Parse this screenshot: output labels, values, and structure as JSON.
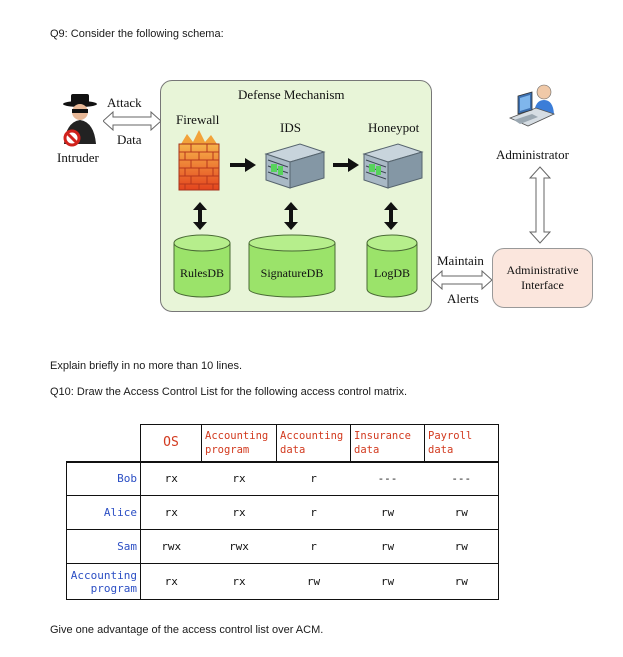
{
  "q9": {
    "title": "Q9: Consider the following schema:",
    "after_text": "Explain briefly in no more than 10 lines."
  },
  "diagram": {
    "defense_title": "Defense Mechanism",
    "firewall": "Firewall",
    "ids": "IDS",
    "honeypot": "Honeypot",
    "rules_db": "RulesDB",
    "signature_db": "SignatureDB",
    "log_db": "LogDB",
    "attack": "Attack",
    "data": "Data",
    "intruder": "Intruder",
    "administrator": "Administrator",
    "admin_interface_line1": "Administrative",
    "admin_interface_line2": "Interface",
    "maintain": "Maintain",
    "alerts": "Alerts"
  },
  "q10": {
    "title": "Q10: Draw the Access Control List for the following access control matrix.",
    "columns": [
      {
        "line1": "OS",
        "line2": ""
      },
      {
        "line1": "Accounting",
        "line2": "program"
      },
      {
        "line1": "Accounting",
        "line2": "data"
      },
      {
        "line1": "Insurance",
        "line2": "data"
      },
      {
        "line1": "Payroll",
        "line2": "data"
      }
    ],
    "rows": [
      {
        "name_line1": "Bob",
        "name_line2": "",
        "cells": [
          "rx",
          "rx",
          "r",
          "---",
          "---"
        ]
      },
      {
        "name_line1": "Alice",
        "name_line2": "",
        "cells": [
          "rx",
          "rx",
          "r",
          "rw",
          "rw"
        ]
      },
      {
        "name_line1": "Sam",
        "name_line2": "",
        "cells": [
          "rwx",
          "rwx",
          "r",
          "rw",
          "rw"
        ]
      },
      {
        "name_line1": "Accounting",
        "name_line2": "program",
        "cells": [
          "rx",
          "rx",
          "rw",
          "rw",
          "rw"
        ]
      }
    ],
    "footer": "Give one advantage of the access control list over ACM."
  },
  "colors": {
    "header_text": "#d23a1f",
    "row_label_text": "#2c4fc4",
    "defense_bg": "#e8f5d8",
    "db_fill": "#9be36a",
    "admin_interface_bg": "#fbe6dd"
  }
}
